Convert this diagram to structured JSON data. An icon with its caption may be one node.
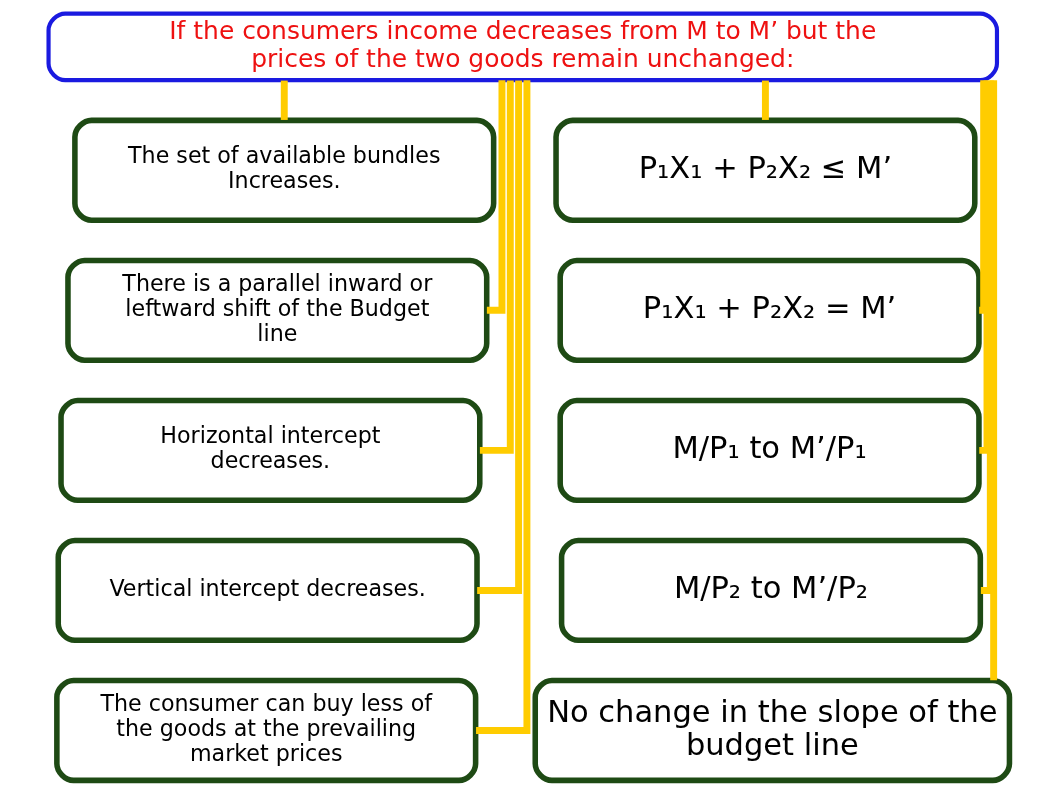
{
  "diagram": {
    "nodes": [
      {
        "text": [
          "If the consumers income decreases from M to M’ but the prices of the two goods remain unchanged:"
        ]
      },
      {
        "text": [
          "The set of available bundles Increases."
        ]
      },
      {
        "text": [
          "P₁X₁ + P₂X₂ ≤ M’"
        ]
      },
      {
        "text": [
          "There is a parallel inward or leftward shift of the Budget line"
        ]
      },
      {
        "text": [
          "P₁X₁ + P₂X₂ = M’"
        ]
      },
      {
        "text": [
          "Horizontal intercept decreases."
        ]
      },
      {
        "text": [
          "M/P₁ to M’/P₁"
        ]
      },
      {
        "text": [
          "Vertical intercept decreases."
        ]
      },
      {
        "text": [
          "M/P₂ to M’/P₂"
        ]
      },
      {
        "text": [
          "The consumer can buy less of the goods at the prevailing market prices"
        ]
      },
      {
        "text": [
          "No change in the slope of the budget line"
        ]
      }
    ],
    "edges": [
      {
        "from": 0,
        "to": 1,
        "arrow": "none"
      },
      {
        "from": 0,
        "to": 2,
        "arrow": "none"
      },
      {
        "from": 0,
        "to": 3,
        "arrow": "none"
      },
      {
        "from": 0,
        "to": 4,
        "arrow": "none"
      },
      {
        "from": 0,
        "to": 5,
        "arrow": "none"
      },
      {
        "from": 0,
        "to": 6,
        "arrow": "none"
      },
      {
        "from": 0,
        "to": 7,
        "arrow": "none"
      },
      {
        "from": 0,
        "to": 8,
        "arrow": "none"
      },
      {
        "from": 0,
        "to": 9,
        "arrow": "none"
      },
      {
        "from": 0,
        "to": 10,
        "arrow": "none"
      }
    ]
  }
}
